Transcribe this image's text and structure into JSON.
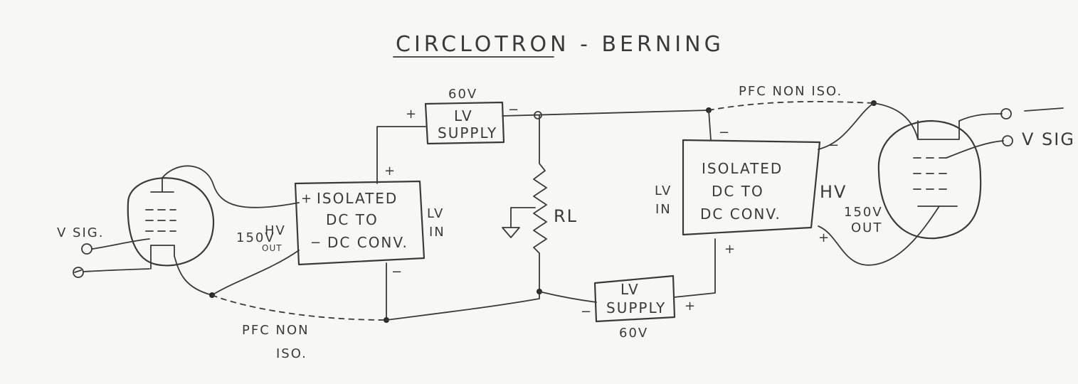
{
  "title": "CIRCLOTRON - BERNING",
  "left_side": {
    "input_label": "V SIG.",
    "converter": {
      "line1": "ISOLATED",
      "line2": "DC TO",
      "line3": "DC CONV."
    },
    "hv_out_voltage": "150V",
    "hv_label": "HV",
    "out_label": "OUT",
    "lv_label": "LV",
    "in_label": "IN",
    "pfc_line1": "PFC NON",
    "pfc_line2": "ISO."
  },
  "top_supply": {
    "voltage": "60V",
    "line1": "LV",
    "line2": "SUPPLY"
  },
  "bottom_supply": {
    "voltage": "60V",
    "line1": "LV",
    "line2": "SUPPLY"
  },
  "load": {
    "label": "RL"
  },
  "right_side": {
    "input_label": "V SIG",
    "converter": {
      "line1": "ISOLATED",
      "line2": "DC TO",
      "line3": "DC CONV."
    },
    "hv_label": "HV",
    "hv_out_voltage": "150V",
    "out_label": "OUT",
    "lv_label": "LV",
    "in_label": "IN",
    "pfc_label": "PFC NON ISO."
  },
  "signs": {
    "plus": "+",
    "minus": "−"
  }
}
